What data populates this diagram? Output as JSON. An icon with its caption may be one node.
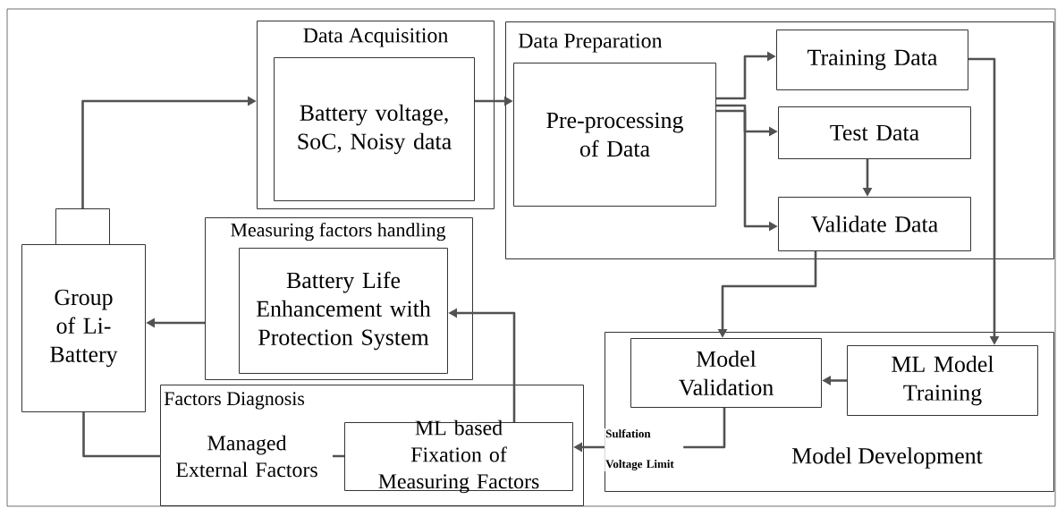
{
  "diagram": {
    "nodes": [
      {
        "text": [
          "Data Acquisition"
        ]
      },
      {
        "text": [
          "Battery voltage, SoC, Noisy data"
        ],
        "in": 0
      },
      {
        "text": [
          "Data Preparation"
        ]
      },
      {
        "text": [
          "Pre-processing of Data"
        ],
        "in": 2
      },
      {
        "text": [
          "Training Data"
        ],
        "in": 2
      },
      {
        "text": [
          "Test Data"
        ],
        "in": 2
      },
      {
        "text": [
          "Validate Data"
        ],
        "in": 2
      },
      {
        "text": [
          "Measuring factors handling"
        ]
      },
      {
        "text": [
          "Battery Life Enhancement with Protection System"
        ],
        "in": 7
      },
      {
        "text": [],
        "shape": "box"
      },
      {
        "text": [
          "Group of Li-Battery"
        ]
      },
      {
        "text": [
          "Factors Diagnosis"
        ]
      },
      {
        "text": [
          "ML based Fixation of Measuring Factors"
        ],
        "in": 11
      },
      {
        "text": [
          "Model Development"
        ]
      },
      {
        "text": [
          "Model Validation"
        ],
        "in": 13
      },
      {
        "text": [
          "ML Model Training"
        ],
        "in": 13
      }
    ],
    "edges": [
      {
        "from": 9,
        "to": 0,
        "arrow": "to"
      },
      {
        "from": 1,
        "to": 3,
        "arrow": "to"
      },
      {
        "from": 3,
        "to": 4,
        "arrow": "to"
      },
      {
        "from": 3,
        "to": 5,
        "arrow": "to"
      },
      {
        "from": 3,
        "to": 6,
        "arrow": "to"
      },
      {
        "from": 5,
        "to": 6,
        "arrow": "to"
      },
      {
        "from": 4,
        "to": 15,
        "arrow": "to"
      },
      {
        "from": 6,
        "to": 14,
        "arrow": "to"
      },
      {
        "from": 15,
        "to": 14,
        "arrow": "to"
      },
      {
        "from": 14,
        "to": 12,
        "arrow": "to",
        "label": "Sulfation Voltage Limit"
      },
      {
        "from": 12,
        "to": 8,
        "arrow": "to"
      },
      {
        "from": 7,
        "to": 10,
        "arrow": "to"
      },
      {
        "from": 10,
        "to": 12,
        "arrow": "none",
        "label": "Managed External Factors"
      }
    ]
  }
}
